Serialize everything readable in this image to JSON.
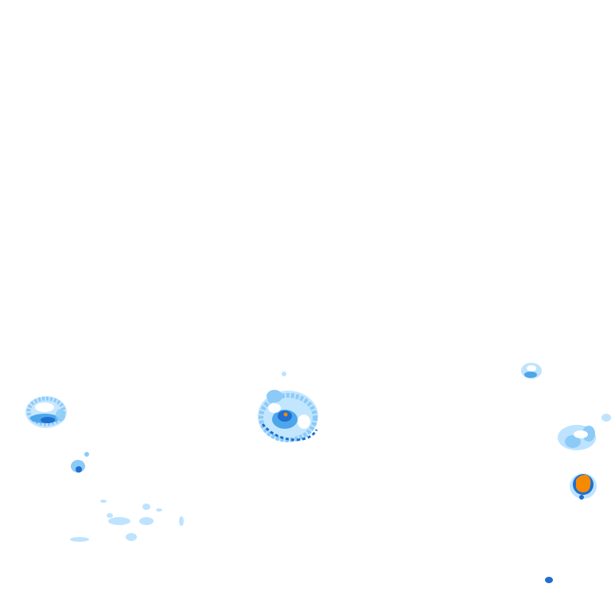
{
  "map": {
    "background_color": "#ffffff",
    "legend_colors": {
      "light": "#bde3ff",
      "light_mid": "#8ccaf7",
      "moderate": "#4da6ea",
      "heavy": "#1f6fd1",
      "intense": "#f58a00"
    },
    "echoes": [
      {
        "name": "echo-cluster-far-west",
        "intensity_levels": [
          "light",
          "moderate",
          "heavy"
        ]
      },
      {
        "name": "echo-small-west",
        "intensity_levels": [
          "light",
          "heavy"
        ]
      },
      {
        "name": "echo-scattered-southwest",
        "intensity_levels": [
          "light"
        ]
      },
      {
        "name": "echo-cell-central",
        "intensity_levels": [
          "light",
          "moderate",
          "heavy",
          "intense"
        ]
      },
      {
        "name": "echo-small-northeast",
        "intensity_levels": [
          "light",
          "moderate"
        ]
      },
      {
        "name": "echo-scattered-east",
        "intensity_levels": [
          "light"
        ]
      },
      {
        "name": "echo-cell-east",
        "intensity_levels": [
          "light",
          "heavy",
          "intense"
        ]
      },
      {
        "name": "echo-tiny-southeast",
        "intensity_levels": [
          "heavy"
        ]
      }
    ]
  }
}
